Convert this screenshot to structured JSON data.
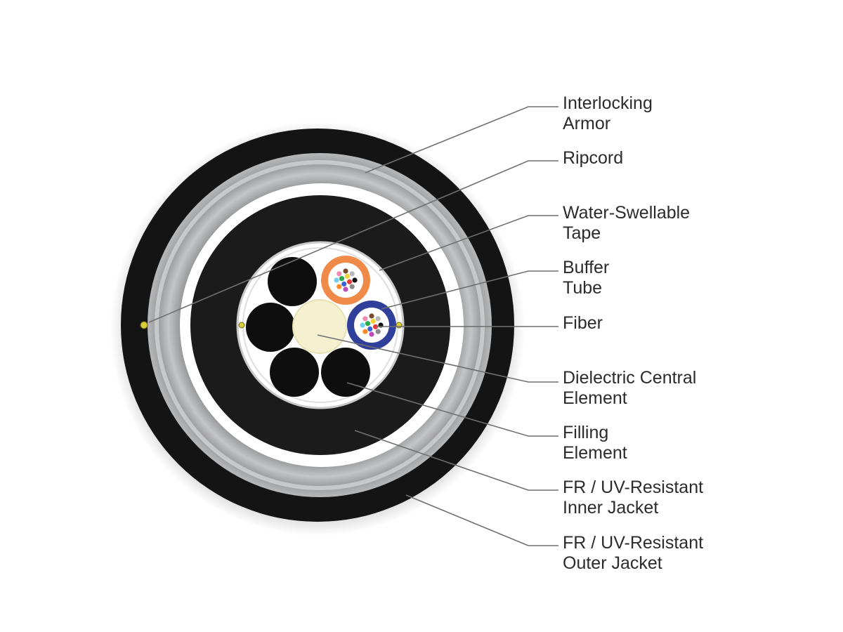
{
  "colors": {
    "outer_jacket": "#141414",
    "armor": "#a9aaab",
    "white_gap": "#ffffff",
    "inner_jacket": "#1b1b1b",
    "core": "#ffffff",
    "filling_element": "#0e0e0e",
    "central_element": "#f5f1d0",
    "buffer_tube_orange": "#f08a48",
    "buffer_tube_blue": "#2f3f9a",
    "ripcord": "#d8cf3a",
    "leader_line": "#6f6f6f",
    "label_text": "#2b2b2b"
  },
  "fiber_colors": [
    "#e83a3a",
    "#3a64d8",
    "#2aa84a",
    "#f2d23a",
    "#111111",
    "#8a8a8a",
    "#c04ab8",
    "#ff8a2a",
    "#6fd0e8",
    "#f08ab0",
    "#7a4a2a",
    "#b8b8b8"
  ],
  "labels": [
    {
      "id": "interlocking-armor",
      "line1": "Interlocking",
      "line2": "Armor"
    },
    {
      "id": "ripcord",
      "line1": "Ripcord",
      "line2": ""
    },
    {
      "id": "water-swellable-tape",
      "line1": "Water-Swellable",
      "line2": "Tape"
    },
    {
      "id": "buffer-tube",
      "line1": "Buffer",
      "line2": "Tube"
    },
    {
      "id": "fiber",
      "line1": "Fiber",
      "line2": ""
    },
    {
      "id": "dielectric-central-element",
      "line1": "Dielectric Central",
      "line2": "Element"
    },
    {
      "id": "filling-element",
      "line1": "Filling",
      "line2": "Element"
    },
    {
      "id": "inner-jacket",
      "line1": "FR / UV-Resistant",
      "line2": "Inner Jacket"
    },
    {
      "id": "outer-jacket",
      "line1": "FR / UV-Resistant",
      "line2": "Outer Jacket"
    }
  ]
}
